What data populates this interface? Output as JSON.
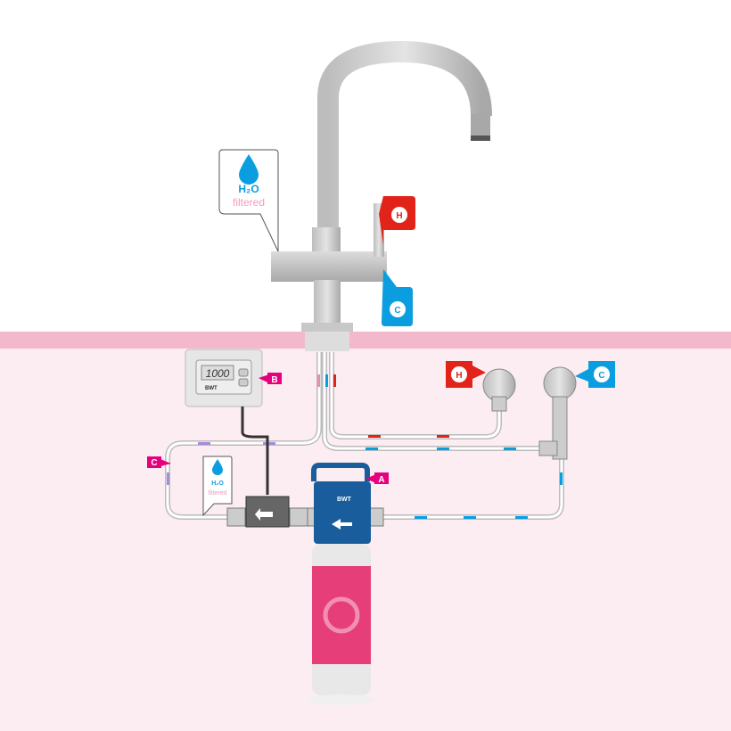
{
  "faucet_label": {
    "formula": "H₂O",
    "word": "filtered"
  },
  "small_label": {
    "formula": "H₂O",
    "word": "filtered"
  },
  "hot_badge": "H",
  "cold_badge": "C",
  "markers": {
    "a": "A",
    "b": "B",
    "c": "C"
  },
  "meter": {
    "display": "1000",
    "brand": "BWT"
  },
  "filter_head_brand": "BWT",
  "colors": {
    "hot": "#e2231a",
    "cold": "#0a9ee0",
    "magenta": "#e5007e",
    "counter": "#f4b8cc",
    "under": "#fcedf2",
    "filter_body": "#e63e79"
  }
}
